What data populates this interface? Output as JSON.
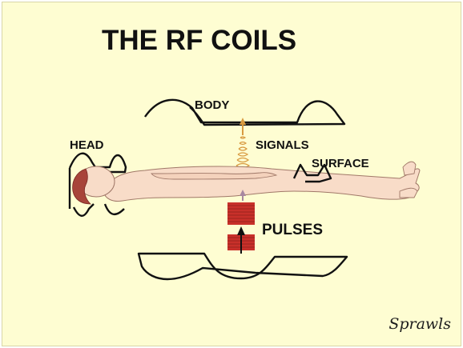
{
  "title": "THE RF COILS",
  "labels": {
    "body": "BODY",
    "head": "HEAD",
    "signals": "SIGNALS",
    "surface": "SURFACE",
    "pulses": "PULSES"
  },
  "signature": "Sprawls",
  "colors": {
    "background": "#fefdd2",
    "skin": "#f8dcc8",
    "hair": "#a8443a",
    "pulse": "#c8302a",
    "signal": "#d89a40",
    "coil": "#111111"
  }
}
